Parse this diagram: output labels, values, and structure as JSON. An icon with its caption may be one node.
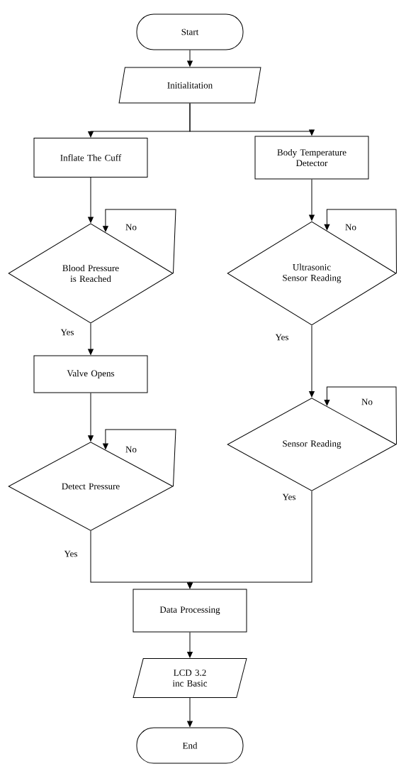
{
  "diagram": {
    "nodes": [
      {
        "text": [
          "Start"
        ]
      },
      {
        "text": [
          "Initialitation"
        ]
      },
      {
        "text": [
          "Inflate The Cuff"
        ]
      },
      {
        "text": [
          "Body Temperature Detector"
        ]
      },
      {
        "text": [
          "Blood Pressure is Reached"
        ]
      },
      {
        "text": [
          "Ultrasonic Sensor Reading"
        ]
      },
      {
        "text": [
          "Valve Opens"
        ]
      },
      {
        "text": [
          "Sensor Reading"
        ]
      },
      {
        "text": [
          "Detect Pressure"
        ]
      },
      {
        "text": [
          "Data Processing"
        ]
      },
      {
        "text": [
          "LCD 3.2 inc Basic"
        ]
      },
      {
        "text": [
          "End"
        ]
      }
    ],
    "edges": [
      {
        "from": 0,
        "to": 1,
        "arrow": "to"
      },
      {
        "from": 1,
        "to": 2,
        "arrow": "to"
      },
      {
        "from": 1,
        "to": 3,
        "arrow": "to"
      },
      {
        "from": 2,
        "to": 4,
        "arrow": "to"
      },
      {
        "from": 4,
        "to": 4,
        "arrow": "to",
        "label": "No"
      },
      {
        "from": 4,
        "to": 6,
        "arrow": "to",
        "label": "Yes"
      },
      {
        "from": 6,
        "to": 8,
        "arrow": "to"
      },
      {
        "from": 8,
        "to": 8,
        "arrow": "to",
        "label": "No"
      },
      {
        "from": 3,
        "to": 5,
        "arrow": "to"
      },
      {
        "from": 5,
        "to": 5,
        "arrow": "to",
        "label": "No"
      },
      {
        "from": 5,
        "to": 7,
        "arrow": "to",
        "label": "Yes"
      },
      {
        "from": 7,
        "to": 7,
        "arrow": "to",
        "label": "No"
      },
      {
        "from": 8,
        "to": 9,
        "arrow": "to",
        "label": "Yes"
      },
      {
        "from": 7,
        "to": 9,
        "arrow": "to",
        "label": "Yes"
      },
      {
        "from": 9,
        "to": 10,
        "arrow": "to"
      },
      {
        "from": 10,
        "to": 11,
        "arrow": "to"
      }
    ]
  }
}
